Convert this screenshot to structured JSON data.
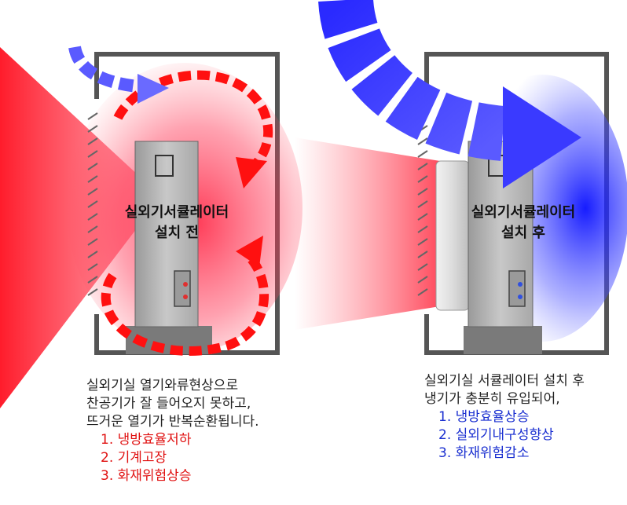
{
  "before": {
    "label_line1": "실외기서큘레이터",
    "label_line2": "설치 전",
    "caption_lines": [
      "실외기실 열기와류현상으로",
      "찬공기가 잘 들어오지 못하고,",
      "뜨거운 열기가 반복순환됩니다."
    ],
    "problems": [
      "1. 냉방효율저하",
      "2. 기계고장",
      "3. 화재위험상승"
    ]
  },
  "after": {
    "label_line1": "실외기서큘레이터",
    "label_line2": "설치 후",
    "caption_lines": [
      "실외기실 서큘레이터 설치 후",
      "냉기가 충분히 유입되어,"
    ],
    "benefits": [
      "1. 냉방효율상승",
      "2. 실외기내구성향상",
      "3. 화재위험감소"
    ]
  },
  "colors": {
    "hot": "#ff1a1a",
    "cool": "#1a1aff",
    "wall": "#555555",
    "unit": "#b5b5b5"
  },
  "icons": [
    "hot-air-flow",
    "cool-air-flow",
    "louver-grille",
    "outdoor-unit"
  ]
}
